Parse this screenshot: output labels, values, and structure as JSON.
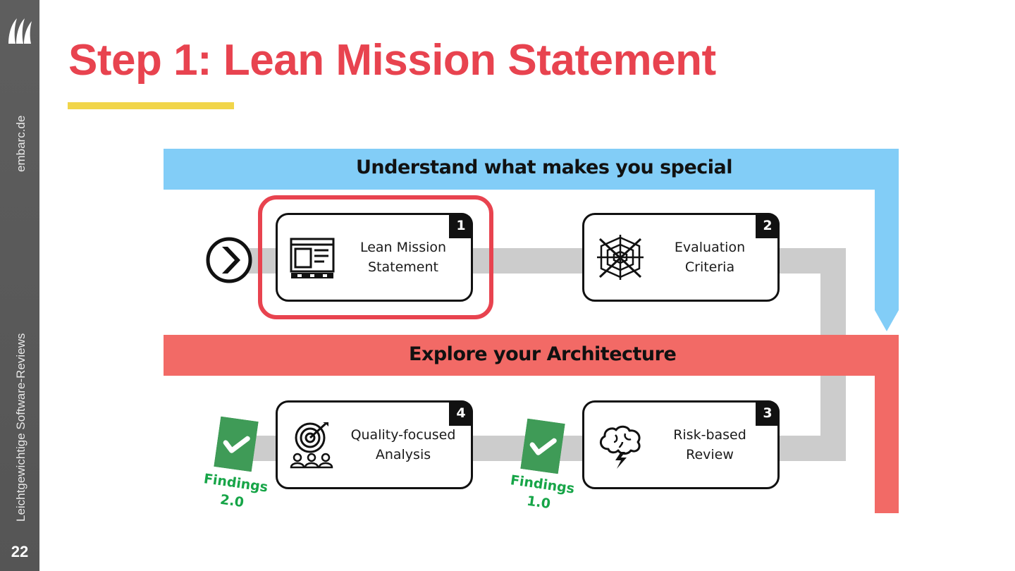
{
  "sidebar": {
    "logo_icon": "sail-logo-icon",
    "site": "embarc.de",
    "tagline": "Leichtgewichtige Software-Reviews",
    "page_number": "22"
  },
  "slide": {
    "title": "Step 1: Lean Mission Statement"
  },
  "diagram": {
    "top_band": "Understand what makes you special",
    "middle_band": "Explore your Architecture",
    "steps": [
      {
        "number": "1",
        "label": "Lean Mission\nStatement",
        "icon": "canvas-board-icon",
        "highlighted": true
      },
      {
        "number": "2",
        "label": "Evaluation\nCriteria",
        "icon": "spider-web-icon",
        "highlighted": false
      },
      {
        "number": "3",
        "label": "Risk-based\nReview",
        "icon": "brain-lightning-icon",
        "highlighted": false
      },
      {
        "number": "4",
        "label": "Quality-focused\nAnalysis",
        "icon": "target-team-icon",
        "highlighted": false
      }
    ],
    "findings": [
      {
        "label": "Findings\n1.0",
        "icon": "checkmark-icon"
      },
      {
        "label": "Findings\n2.0",
        "icon": "checkmark-icon"
      }
    ],
    "start_icon": "chevron-right-circle-icon",
    "colors": {
      "title": "#e8434f",
      "accent_underline": "#f1d54a",
      "top_band": "#82cdf7",
      "middle_band": "#f26a66",
      "path": "#cccccc",
      "highlight": "#e8434f",
      "findings": "#17a548",
      "check_badge": "#3f9b57"
    }
  }
}
